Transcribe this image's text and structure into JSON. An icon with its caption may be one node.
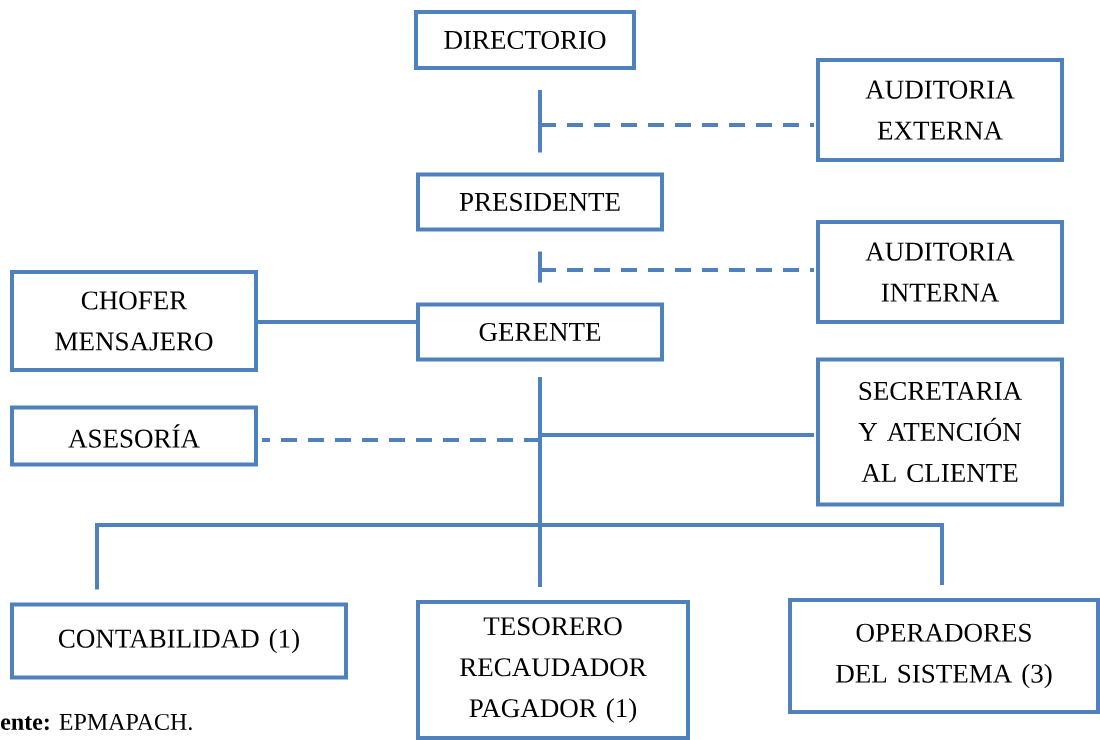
{
  "diagram": {
    "nodes": [
      {
        "text": [
          "DIRECTORIO"
        ]
      },
      {
        "text": [
          "AUDITORIA EXTERNA"
        ]
      },
      {
        "text": [
          "PRESIDENTE"
        ]
      },
      {
        "text": [
          "AUDITORIA INTERNA"
        ]
      },
      {
        "text": [
          "CHOFER MENSAJERO"
        ]
      },
      {
        "text": [
          "GERENTE"
        ]
      },
      {
        "text": [
          "SECRETARIA Y ATENCIÓN AL CLIENTE"
        ]
      },
      {
        "text": [
          "ASESORÍA"
        ]
      },
      {
        "text": [
          "CONTABILIDAD (1)"
        ]
      },
      {
        "text": [
          "TESORERO RECAUDADOR PAGADOR (1)"
        ]
      },
      {
        "text": [
          "OPERADORES DEL SISTEMA (3)"
        ]
      }
    ],
    "edges": [
      {
        "from": 0,
        "to": 2,
        "arrow": "none"
      },
      {
        "from": null,
        "to": 1,
        "arrow": "none",
        "style": "dashed"
      },
      {
        "from": 2,
        "to": 5,
        "arrow": "none"
      },
      {
        "from": null,
        "to": 3,
        "arrow": "none",
        "style": "dashed"
      },
      {
        "from": 4,
        "to": 5,
        "arrow": "none"
      },
      {
        "from": null,
        "to": 6,
        "arrow": "none"
      },
      {
        "from": null,
        "to": 7,
        "arrow": "none",
        "style": "dashed"
      },
      {
        "from": 5,
        "to": 8,
        "arrow": "none"
      },
      {
        "from": 5,
        "to": 9,
        "arrow": "none"
      },
      {
        "from": 5,
        "to": 10,
        "arrow": "none"
      }
    ],
    "labels": [
      "**ente:** EPMAPACH."
    ]
  }
}
